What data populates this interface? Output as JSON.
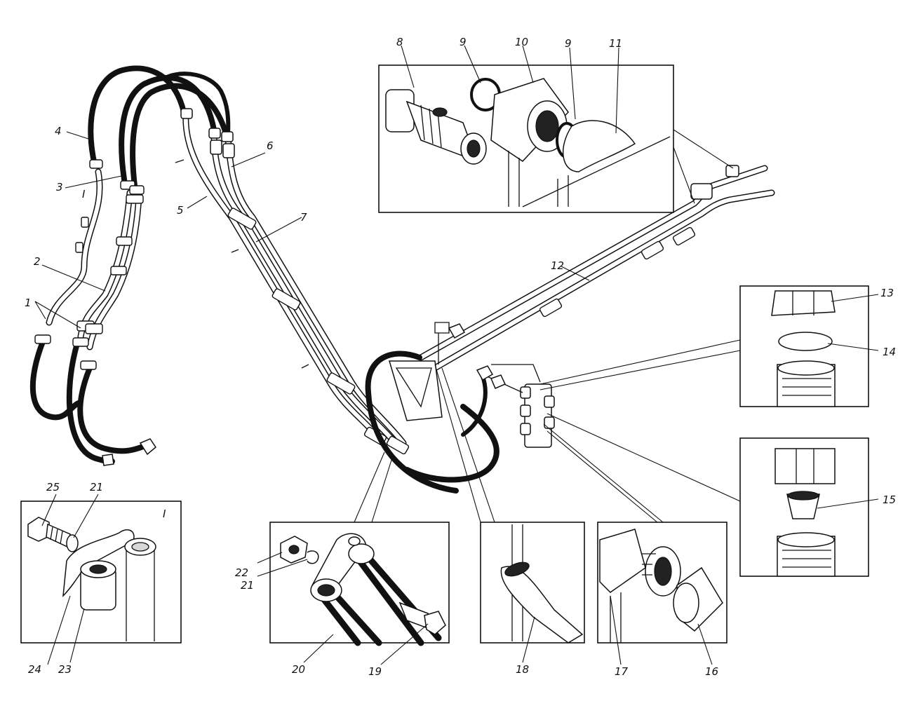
{
  "diagram": {
    "callouts": {
      "c1": "1",
      "c2": "2",
      "c3": "3",
      "c4": "4",
      "c5": "5",
      "c6": "6",
      "c7": "7",
      "c8": "8",
      "c9a": "9",
      "c9b": "9",
      "c10": "10",
      "c11": "11",
      "c12": "12",
      "c13": "13",
      "c14": "14",
      "c15": "15",
      "c16": "16",
      "c17": "17",
      "c18": "18",
      "c19": "19",
      "c20": "20",
      "c21a": "21",
      "c21b": "21",
      "c22": "22",
      "c23": "23",
      "c24": "24",
      "c25": "25",
      "viewI_main": "I",
      "viewI_inset": "I"
    }
  }
}
